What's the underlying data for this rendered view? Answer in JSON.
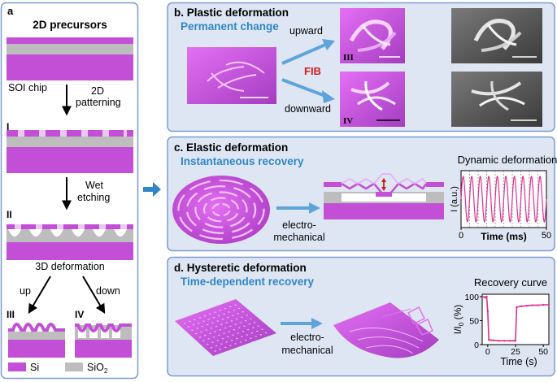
{
  "panel_a": {
    "letter": "a",
    "title": "2D precursors",
    "soi_label": "SOI chip",
    "step1": "2D",
    "step1b": "patterning",
    "stage1": "I",
    "step2": "Wet",
    "step2b": "etching",
    "stage2": "II",
    "step3": "3D deformation",
    "up_label": "up",
    "down_label": "down",
    "stage3": "III",
    "stage4": "IV",
    "legend_si": "Si",
    "legend_sio2": "SiO",
    "legend_sio2_sub": "2"
  },
  "panel_b": {
    "title": "b. Plastic deformation",
    "subtitle": "Permanent change",
    "upward": "upward",
    "downward": "downward",
    "fib": "FIB",
    "label_iii": "III",
    "label_iv": "IV"
  },
  "panel_c": {
    "title": "c. Elastic deformation",
    "subtitle": "Instantaneous recovery",
    "arrow_label1": "electro-",
    "arrow_label2": "mechanical",
    "chart_title": "Dynamic deformation"
  },
  "panel_d": {
    "title": "d. Hysteretic deformation",
    "subtitle": "Time-dependent recovery",
    "arrow_label1": "electro-",
    "arrow_label2": "mechanical",
    "chart_title": "Recovery curve"
  },
  "colors": {
    "si": "#c24fd6",
    "si_light": "#e06ff0",
    "sio2": "#bdbdbd",
    "panel_bg": "#dfe6f3",
    "panel_border": "#7b9bd1",
    "accent_blue": "#2f86c9",
    "fib_red": "#d51a1a",
    "curve": "#e0308e"
  },
  "chart_data": [
    {
      "type": "line",
      "title": "Dynamic deformation",
      "xlabel": "Time (ms)",
      "ylabel": "I (a.u.)",
      "xlim": [
        0,
        50
      ],
      "x_ticks": [
        0,
        50
      ],
      "cycles": 10,
      "series": [
        {
          "values_note_free": true,
          "min": 0.1,
          "max": 0.9
        }
      ]
    },
    {
      "type": "line",
      "title": "Recovery curve",
      "xlabel": "Time (s)",
      "ylabel": "I/I",
      "ylabel_sub": "0",
      "ylabel_unit": " (%)",
      "xlim": [
        -5,
        55
      ],
      "ylim": [
        0,
        105
      ],
      "x_ticks": [
        0,
        25,
        50
      ],
      "y_ticks": [
        0,
        50,
        100
      ],
      "series": [
        {
          "x": [
            -5,
            -3,
            -2,
            -1,
            0,
            1,
            3,
            5,
            10,
            15,
            20,
            24,
            25,
            26,
            30,
            35,
            40,
            45,
            50,
            55
          ],
          "y": [
            100,
            99,
            98,
            100,
            70,
            10,
            9,
            9,
            8,
            8,
            8,
            8,
            8,
            78,
            80,
            81,
            82,
            82,
            83,
            83
          ]
        }
      ]
    }
  ]
}
